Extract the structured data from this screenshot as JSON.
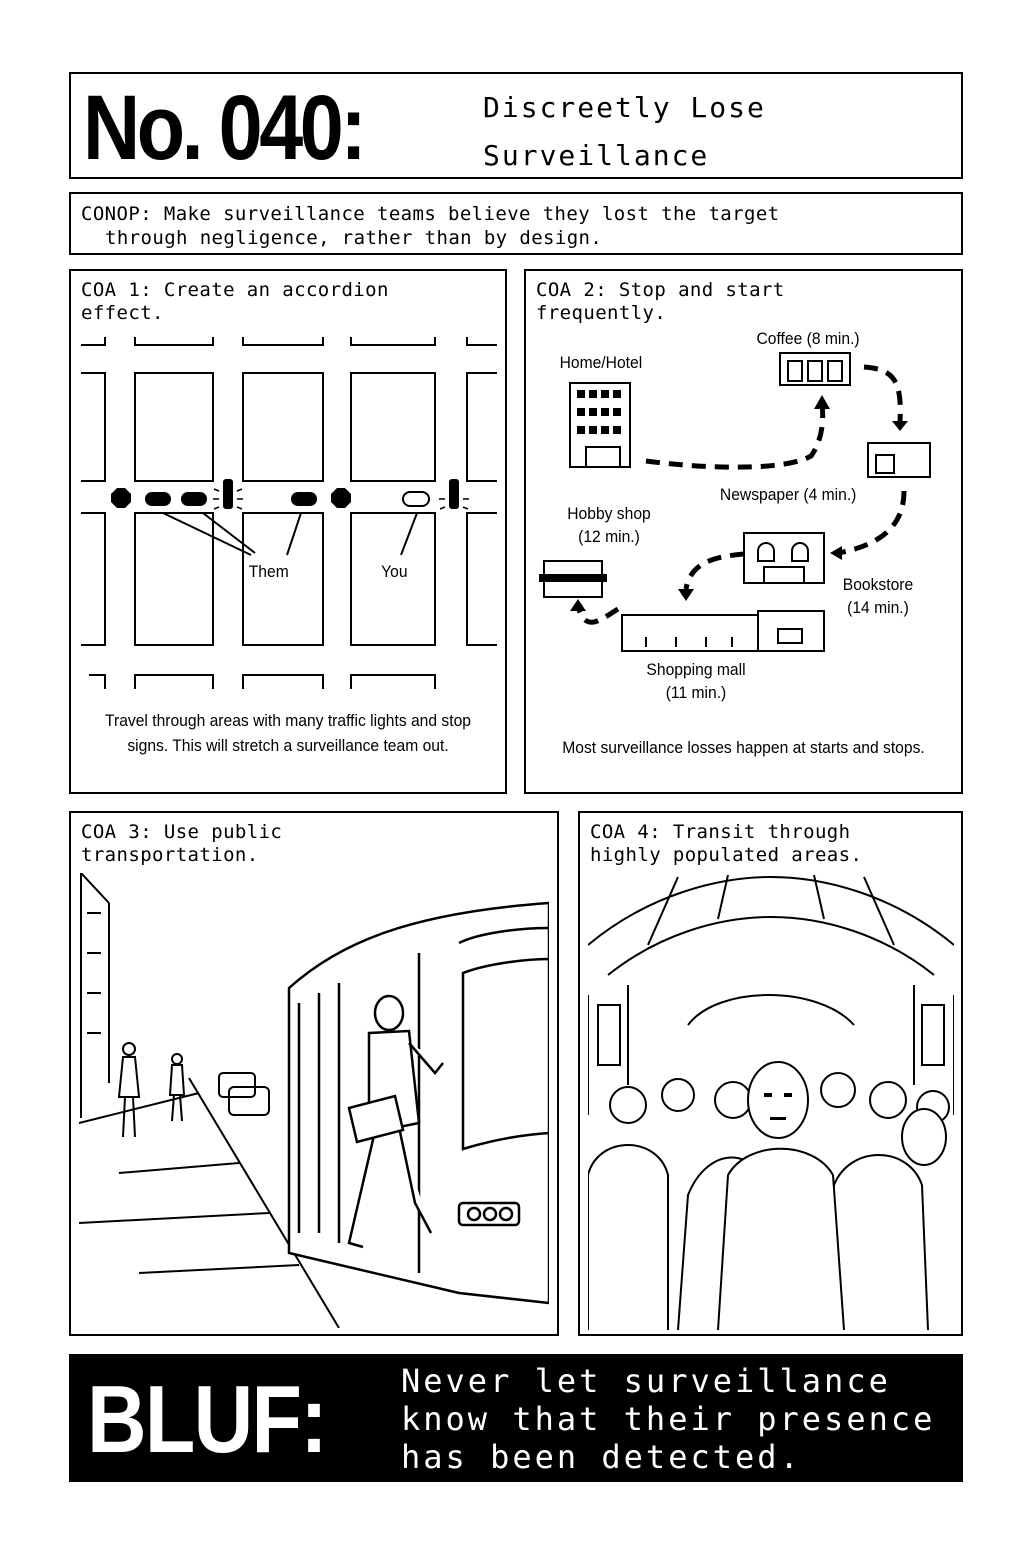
{
  "title": {
    "number": "No. 040:",
    "text": "Discreetly Lose\nSurveillance"
  },
  "conop": {
    "line1": "CONOP: Make surveillance teams believe they lost the target",
    "line2": "through negligence, rather than by design."
  },
  "coa1": {
    "heading": "COA 1: Create an accordion\neffect.",
    "labels": {
      "them": "Them",
      "you": "You"
    },
    "caption": "Travel through areas with many traffic lights and stop signs. This will stretch a surveillance team out."
  },
  "coa2": {
    "heading": "COA 2: Stop and start\nfrequently.",
    "stops": {
      "home": "Home/Hotel",
      "coffee": "Coffee (8 min.)",
      "newspaper": "Newspaper (4 min.)",
      "hobby_line1": "Hobby shop",
      "hobby_line2": "(12 min.)",
      "bookstore_line1": "Bookstore",
      "bookstore_line2": "(14 min.)",
      "mall_line1": "Shopping mall",
      "mall_line2": "(11 min.)"
    },
    "caption": "Most surveillance losses happen at starts and stops."
  },
  "coa3": {
    "heading": "COA 3: Use public\ntransportation."
  },
  "coa4": {
    "heading": "COA 4: Transit through\nhighly populated areas."
  },
  "bluf": {
    "word": "BLUF:",
    "text": "Never let surveillance\nknow that their presence\nhas been detected."
  },
  "icons": [
    "traffic-light-icon",
    "stop-sign-icon",
    "car-icon",
    "building-icon",
    "bus-icon",
    "person-icon"
  ]
}
